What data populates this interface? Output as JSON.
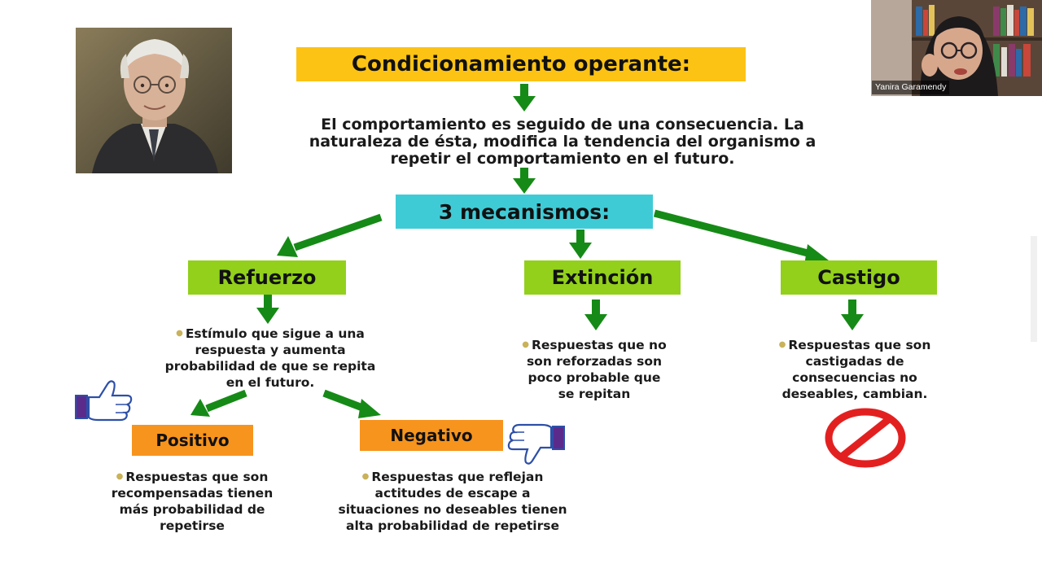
{
  "slide": {
    "title": "Condicionamiento operante:",
    "definition": [
      "El comportamiento es seguido de una consecuencia. La",
      "naturaleza de ésta, modifica la tendencia del organismo a",
      "repetir el comportamiento en el futuro."
    ],
    "mechanisms_label": "3 mecanismos:",
    "branches": {
      "refuerzo": {
        "label": "Refuerzo",
        "description": [
          "Estímulo que sigue a una",
          "respuesta y aumenta",
          "probabilidad de que  se repita",
          "en el futuro."
        ]
      },
      "extincion": {
        "label": "Extinción",
        "description": [
          "Respuestas que no",
          "son reforzadas son",
          "poco probable que",
          "se repitan"
        ]
      },
      "castigo": {
        "label": "Castigo",
        "description": [
          "Respuestas que son",
          "castigadas de",
          "consecuencias no",
          "deseables, cambian."
        ]
      }
    },
    "sub_branches": {
      "positivo": {
        "label": "Positivo",
        "description": [
          "Respuestas que son",
          "recompensadas tienen",
          "más probabilidad de",
          "repetirse"
        ]
      },
      "negativo": {
        "label": "Negativo",
        "description": [
          "Respuestas que reflejan",
          "actitudes de escape a",
          "situaciones no deseables tienen",
          "alta probabilidad de repetirse"
        ]
      }
    },
    "icons": [
      "portrait-photo",
      "thumbs-up-icon",
      "thumbs-down-icon",
      "prohibited-icon",
      "arrow-icon"
    ]
  },
  "colors": {
    "title_bg": "#fcc314",
    "mechanisms_bg": "#3fcbd6",
    "branch_bg": "#92d01c",
    "sub_bg": "#f7941d",
    "arrow": "#168a16",
    "bullet": "#c9b25a",
    "prohibited": "#e32020",
    "thumb_cuff": "#5b2b8c",
    "thumb_outline": "#2d4fa8"
  },
  "webcam": {
    "participant_name": "Yanira Garamendy"
  }
}
